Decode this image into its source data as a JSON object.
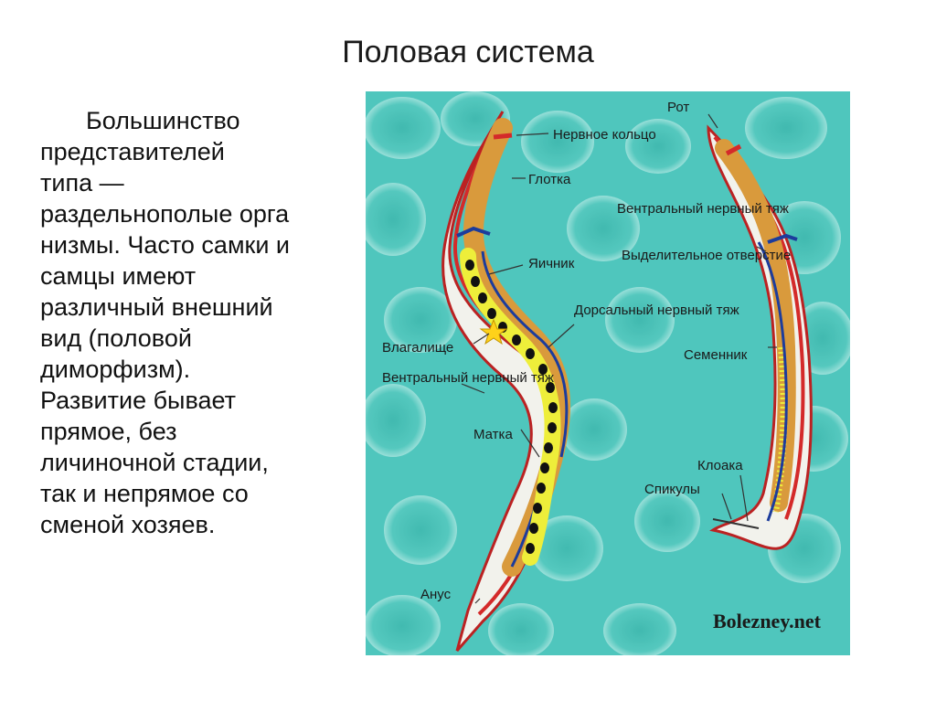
{
  "title": "Половая система",
  "text_lines": [
    "Большинство",
    "представителей",
    "типа —",
    "раздельнополые орга",
    "низмы. Часто самки и",
    "самцы имеют",
    "различный внешний",
    "вид (половой",
    "диморфизм).",
    "Развитие бывает",
    "прямое, без",
    "личиночной стадии,",
    "так и непрямое со",
    "сменой хозяев."
  ],
  "diagram": {
    "labels": {
      "nerve_ring": "Нервное кольцо",
      "pharynx": "Глотка",
      "ovary": "Яичник",
      "dorsal_cord": "Дорсальный нервный тяж",
      "vagina": "Влагалище",
      "ventral_cord_f": "Вентральный нервный тяж",
      "uterus": "Матка",
      "anus": "Анус",
      "mouth": "Рот",
      "ventral_cord_m": "Вентральный нервный тяж",
      "excretory_pore": "Выделительное отверстие",
      "testis": "Семенник",
      "cloaca": "Клоака",
      "spicules": "Спикулы"
    },
    "watermark": "Bolezney.net",
    "colors": {
      "background": "#4fc6bd",
      "body": "#f2f2ec",
      "cuticle_red": "#d42a2a",
      "gut": "#d99a3c",
      "nerve_blue": "#1c3c9c",
      "gonad_yellow": "#eeee3a"
    }
  }
}
